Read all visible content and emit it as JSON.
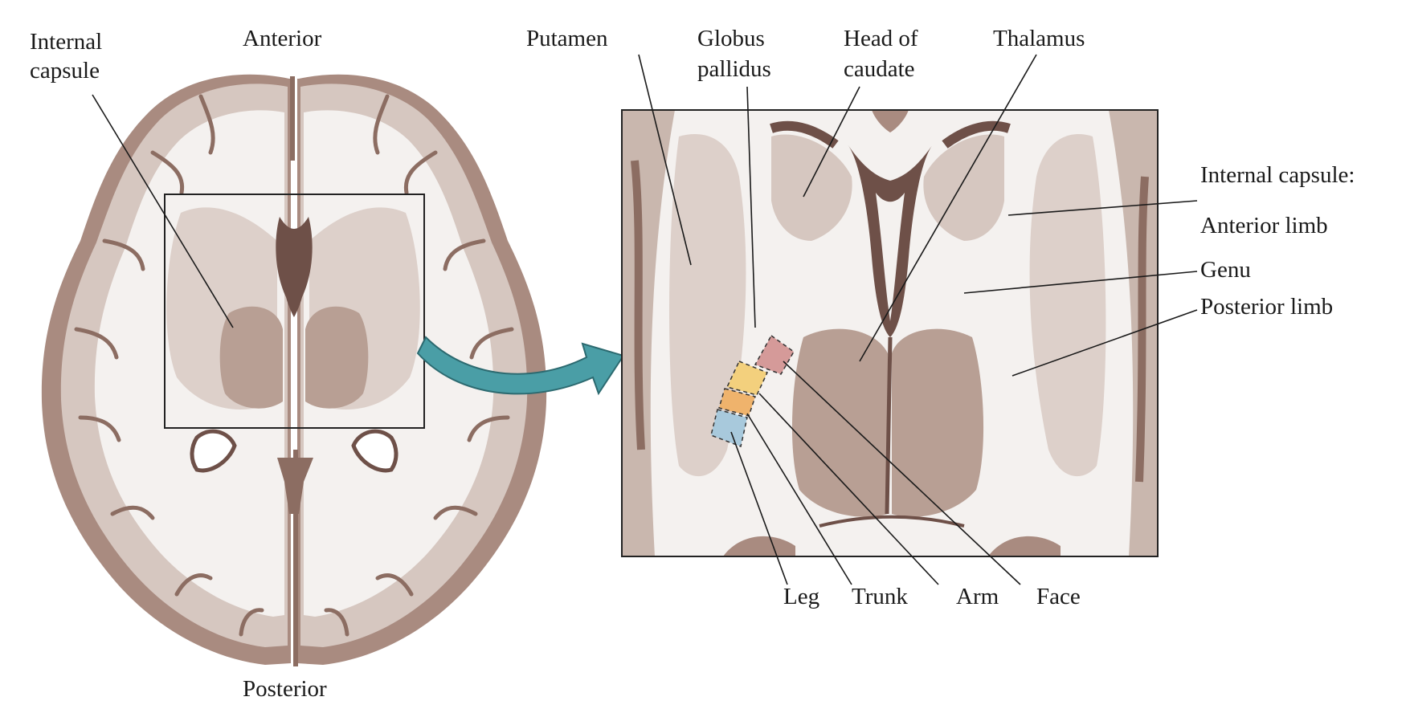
{
  "overview": {
    "anterior": "Anterior",
    "posterior": "Posterior",
    "internal_capsule_l1": "Internal",
    "internal_capsule_l2": "capsule"
  },
  "detail": {
    "putamen": "Putamen",
    "globus_l1": "Globus",
    "globus_l2": "pallidus",
    "caudate_l1": "Head of",
    "caudate_l2": "caudate",
    "thalamus": "Thalamus",
    "ic_heading": "Internal capsule:",
    "anterior_limb": "Anterior limb",
    "genu": "Genu",
    "posterior_limb": "Posterior limb",
    "leg": "Leg",
    "trunk": "Trunk",
    "arm": "Arm",
    "face": "Face"
  },
  "colors": {
    "tissue_dark": "#8c6d62",
    "tissue_mid": "#c9b7ae",
    "tissue_light": "#ddd0ca",
    "white_matter": "#f4f1ef",
    "arrow": "#4a9ea6",
    "face": "#d59a99",
    "arm": "#f3d07d",
    "trunk": "#efb36c",
    "leg": "#a8c9dc"
  }
}
